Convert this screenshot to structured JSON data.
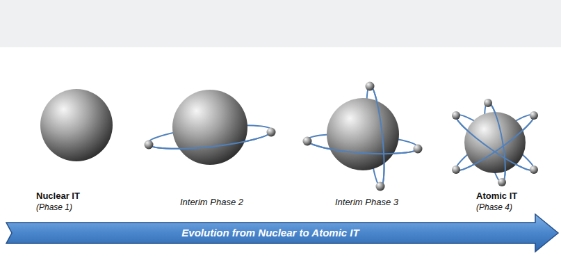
{
  "diagram": {
    "nodes": [
      {
        "text": [
          "Nuclear IT",
          "(Phase 1)"
        ]
      },
      {
        "text": [
          "Interim Phase 2"
        ]
      },
      {
        "text": [
          "Interim Phase 3"
        ]
      },
      {
        "text": [
          "Atomic IT",
          "(Phase 4)"
        ]
      },
      {
        "text": [
          "Evolution from Nuclear to Atomic IT"
        ]
      }
    ]
  }
}
